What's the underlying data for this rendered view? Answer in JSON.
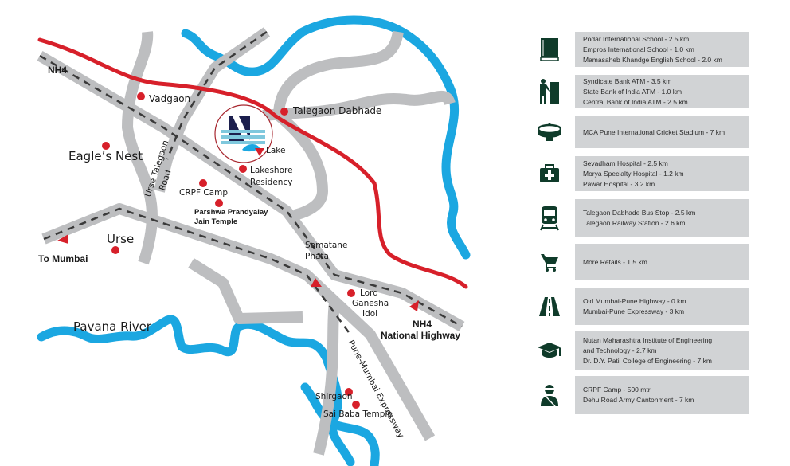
{
  "map": {
    "labels": {
      "nh4_top": "NH4",
      "vadgaon": "Vadgaon",
      "eagles_nest": "Eagle’s Nest",
      "urse_talegaon_road_1": "Urse Talegaon",
      "urse_talegaon_road_2": "Road",
      "talegaon_dabhade": "Talegaon Dabhade",
      "lake": "Lake",
      "lakeshore_1": "Lakeshore",
      "lakeshore_2": "Residency",
      "crpf_camp": "CRPF Camp",
      "parshwa_1": "Parshwa Prandyalay",
      "parshwa_2": "Jain Temple",
      "urse": "Urse",
      "to_mumbai": "To Mumbai",
      "somatane_1": "Somatane",
      "somatane_2": "Phata",
      "ganesha_1": "Lord",
      "ganesha_2": "Ganesha",
      "ganesha_3": "Idol",
      "nh4_bottom_1": "NH4",
      "nh4_bottom_2": "National Highway",
      "pavana_river": "Pavana River",
      "expressway": "Pune-Mumbai Expressway",
      "shirgaon": "Shirgaon",
      "sai_baba": "Sai Baba Temple"
    },
    "colors": {
      "road": "#bdbec0",
      "dash": "#3a3a3a",
      "rail": "#d7202a",
      "river": "#1ba7e1",
      "marker": "#d7202a",
      "logo_navy": "#1c1f4d",
      "logo_cyan": "#7fc8dd"
    }
  },
  "legend": {
    "icon_color": "#0f3b2a",
    "box_color": "#d1d3d5",
    "items": [
      {
        "icon": "book-icon",
        "lines": [
          "Podar International School - 2.5 km",
          "Empros International School - 1.0 km",
          "Mamasaheb Khandge English School - 2.0 km"
        ]
      },
      {
        "icon": "atm-icon",
        "lines": [
          "Syndicate Bank ATM - 3.5 km",
          "State Bank of India ATM - 1.0 km",
          "Central Bank of India ATM - 2.5 km"
        ]
      },
      {
        "icon": "stadium-icon",
        "lines": [
          "MCA Pune International Cricket Stadium - 7 km"
        ]
      },
      {
        "icon": "medical-kit-icon",
        "lines": [
          "Sevadham Hospital - 2.5 km",
          "Morya Specialty Hospital - 1.2 km",
          "Pawar Hospital - 3.2 km"
        ]
      },
      {
        "icon": "train-icon",
        "lines": [
          "Talegaon Dabhade Bus Stop - 2.5 km",
          "Talegaon Railway Station - 2.6 km"
        ]
      },
      {
        "icon": "shopping-cart-icon",
        "lines": [
          "More Retails - 1.5 km"
        ]
      },
      {
        "icon": "highway-icon",
        "lines": [
          "Old Mumbai-Pune Highway - 0 km",
          "Mumbai-Pune Expressway - 3 km"
        ]
      },
      {
        "icon": "graduation-cap-icon",
        "lines": [
          "Nutan Maharashtra Institute of Engineering",
          "and Technology - 2.7 km",
          "Dr. D.Y. Patil College of Engineering - 7 km"
        ]
      },
      {
        "icon": "soldier-icon",
        "lines": [
          "CRPF Camp - 500 mtr",
          "Dehu Road Army Cantonment - 7 km"
        ]
      }
    ]
  }
}
